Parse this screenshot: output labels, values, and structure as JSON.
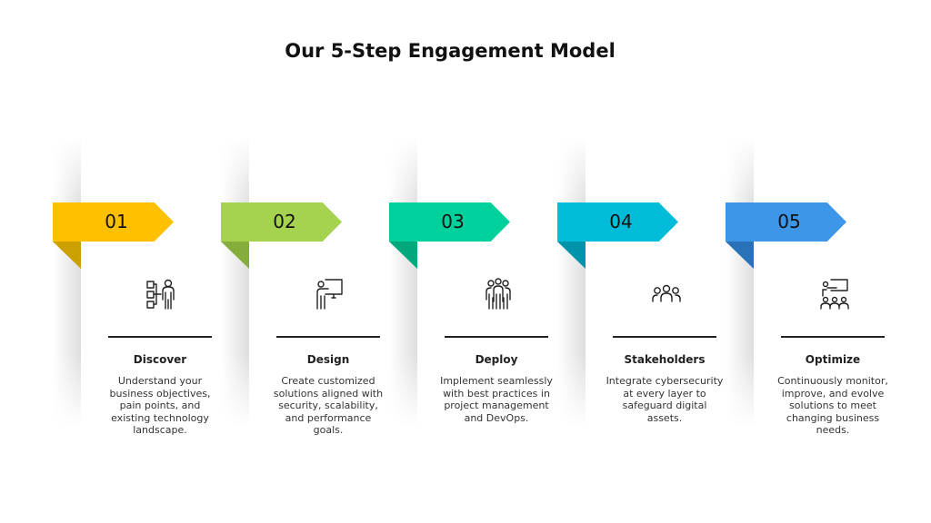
{
  "title": "Our 5-Step Engagement Model",
  "steps": [
    {
      "number": "01",
      "name": "Discover",
      "description": "Understand your business objectives, pain points, and existing technology landscape.",
      "color": "#FFC000",
      "fold_color": "#CCA000",
      "icon": "flowchart-person-icon"
    },
    {
      "number": "02",
      "name": "Design",
      "description": "Create customized solutions aligned with security, scalability, and performance goals.",
      "color": "#A5D350",
      "fold_color": "#85AD3C",
      "icon": "presenter-board-icon"
    },
    {
      "number": "03",
      "name": "Deploy",
      "description": "Implement seamlessly with best practices in project management and DevOps.",
      "color": "#00D09C",
      "fold_color": "#00A87C",
      "icon": "team-group-icon"
    },
    {
      "number": "04",
      "name": "Stakeholders",
      "description": "Integrate cybersecurity at every layer to safeguard digital assets.",
      "color": "#00BCD8",
      "fold_color": "#0094AA",
      "icon": "people-icon"
    },
    {
      "number": "05",
      "name": "Optimize",
      "description": "Continuously monitor, improve, and evolve solutions to meet changing business needs.",
      "color": "#3D96E8",
      "fold_color": "#2A72B8",
      "icon": "training-audience-icon"
    }
  ]
}
